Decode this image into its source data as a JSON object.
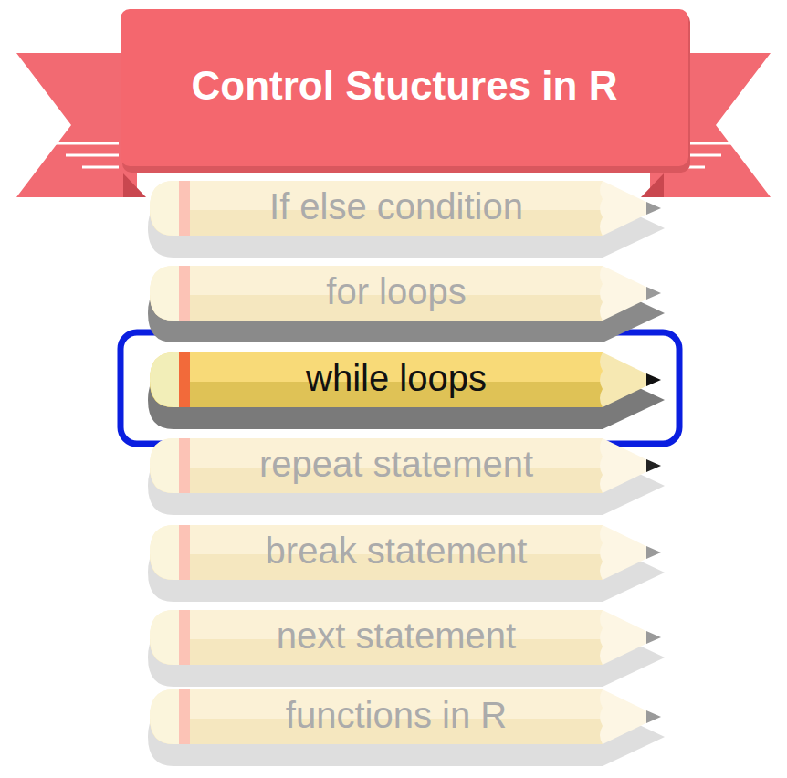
{
  "diagram": {
    "title": "Control Stuctures in R",
    "nodes": [
      {
        "text": [
          "If else condition"
        ]
      },
      {
        "text": [
          "for loops"
        ]
      },
      {
        "text": [
          "while loops"
        ]
      },
      {
        "text": [
          "repeat statement"
        ]
      },
      {
        "text": [
          "break statement"
        ]
      },
      {
        "text": [
          "next statement"
        ]
      },
      {
        "text": [
          "functions in R"
        ]
      }
    ]
  }
}
